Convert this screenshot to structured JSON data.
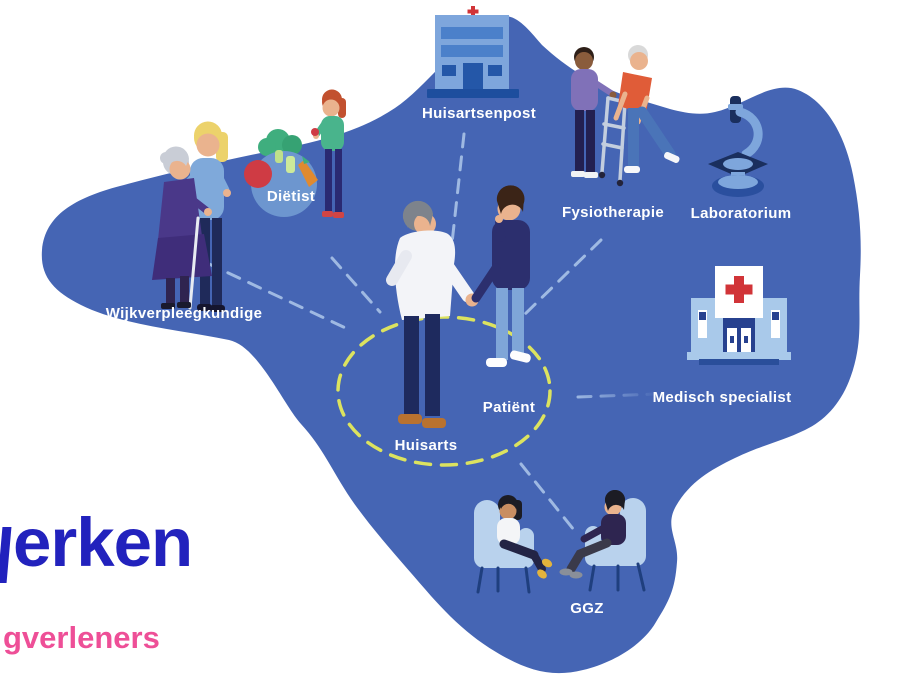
{
  "colors": {
    "background": "#ffffff",
    "blob_blue": "#4565b4",
    "label_text": "#ffffff",
    "connector_dash": "#a9c3e8",
    "patient_circle_dash": "#dce35f",
    "title_blue": "#2222bd",
    "subtitle_pink": "#ee4f97",
    "building_light": "#7ea6dc",
    "building_stripe": "#4b80ca",
    "building_dark": "#1d4e9e",
    "cross_red": "#d13438",
    "wing_blue": "#a9c9ea"
  },
  "network": {
    "center": {
      "doctor_label": "Huisarts",
      "patient_label": "Patiënt"
    },
    "nodes": [
      {
        "label": "Huisartsenpost",
        "icon": "hospital-building-icon"
      },
      {
        "label": "Diëtist",
        "icon": "dietitian-groceries-illustration"
      },
      {
        "label": "Fysiotherapie",
        "icon": "physiotherapy-walker-illustration"
      },
      {
        "label": "Laboratorium",
        "icon": "microscope-icon"
      },
      {
        "label": "Wijkverpleegkundige",
        "icon": "district-nurse-illustration"
      },
      {
        "label": "Medisch specialist",
        "icon": "clinic-building-icon"
      },
      {
        "label": "GGZ",
        "icon": "therapy-session-illustration"
      }
    ]
  },
  "title": {
    "heading_visible_text": "erken",
    "subtitle_visible_text": "gverleners"
  }
}
